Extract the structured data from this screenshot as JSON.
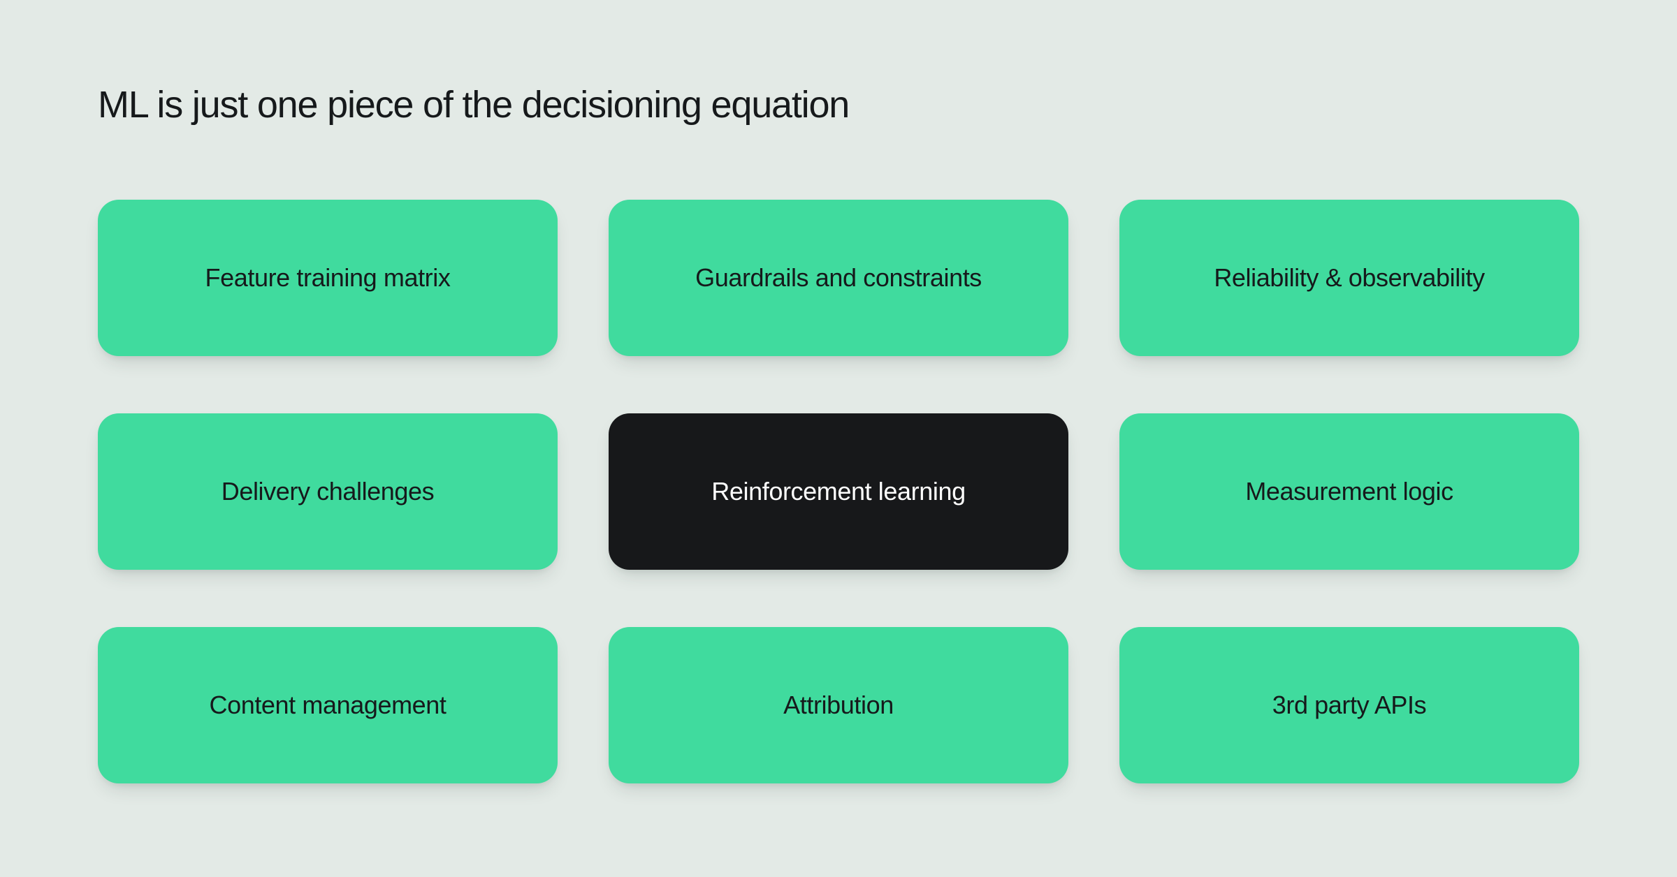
{
  "slide": {
    "title": "ML is just one piece of the decisioning equation",
    "background_color": "#e3eae6",
    "accent_color": "#40db9e",
    "highlight_color": "#17181a",
    "text_color": "#16191b",
    "highlight_text_color": "#ffffff"
  },
  "cards": [
    {
      "label": "Feature training matrix",
      "theme": "green",
      "row": 1,
      "column": 1
    },
    {
      "label": "Guardrails and constraints",
      "theme": "green",
      "row": 1,
      "column": 2
    },
    {
      "label": "Reliability & observability",
      "theme": "green",
      "row": 1,
      "column": 3
    },
    {
      "label": "Delivery challenges",
      "theme": "green",
      "row": 2,
      "column": 1
    },
    {
      "label": "Reinforcement learning",
      "theme": "dark",
      "row": 2,
      "column": 2
    },
    {
      "label": "Measurement logic",
      "theme": "green",
      "row": 2,
      "column": 3
    },
    {
      "label": "Content management",
      "theme": "green",
      "row": 3,
      "column": 1
    },
    {
      "label": "Attribution",
      "theme": "green",
      "row": 3,
      "column": 2
    },
    {
      "label": "3rd party APIs",
      "theme": "green",
      "row": 3,
      "column": 3
    }
  ]
}
